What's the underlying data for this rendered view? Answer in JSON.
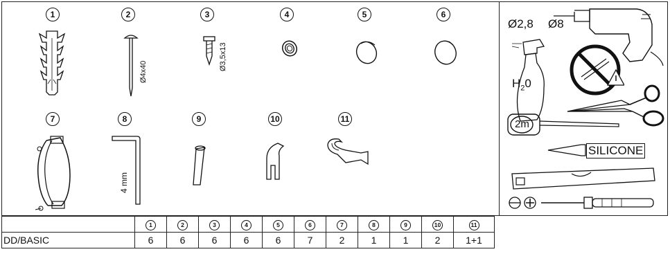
{
  "parts": [
    {
      "id": "part-1",
      "number": "1"
    },
    {
      "id": "part-2",
      "number": "2",
      "dimension": "Ø4x40"
    },
    {
      "id": "part-3",
      "number": "3",
      "dimension": "Ø3,5x13"
    },
    {
      "id": "part-4",
      "number": "4"
    },
    {
      "id": "part-5",
      "number": "5"
    },
    {
      "id": "part-6",
      "number": "6"
    },
    {
      "id": "part-7",
      "number": "7"
    },
    {
      "id": "part-8",
      "number": "8",
      "dimension": "4 mm"
    },
    {
      "id": "part-9",
      "number": "9"
    },
    {
      "id": "part-10",
      "number": "10"
    },
    {
      "id": "part-11",
      "number": "11"
    }
  ],
  "tools": {
    "drill_bit_1": "Ø2,8",
    "drill_bit_2": "Ø8",
    "water_label": "H2O",
    "water_label_main": "H",
    "water_label_sub": "2",
    "water_label_end": "0",
    "tape_label": "2m",
    "silicone_label": "SILICONE"
  },
  "table": {
    "headers": [
      "1",
      "2",
      "3",
      "4",
      "5",
      "6",
      "7",
      "8",
      "9",
      "10",
      "11"
    ],
    "row_label": "DD/BASIC",
    "values": [
      "6",
      "6",
      "6",
      "6",
      "6",
      "7",
      "2",
      "1",
      "1",
      "2",
      "1+1"
    ]
  }
}
